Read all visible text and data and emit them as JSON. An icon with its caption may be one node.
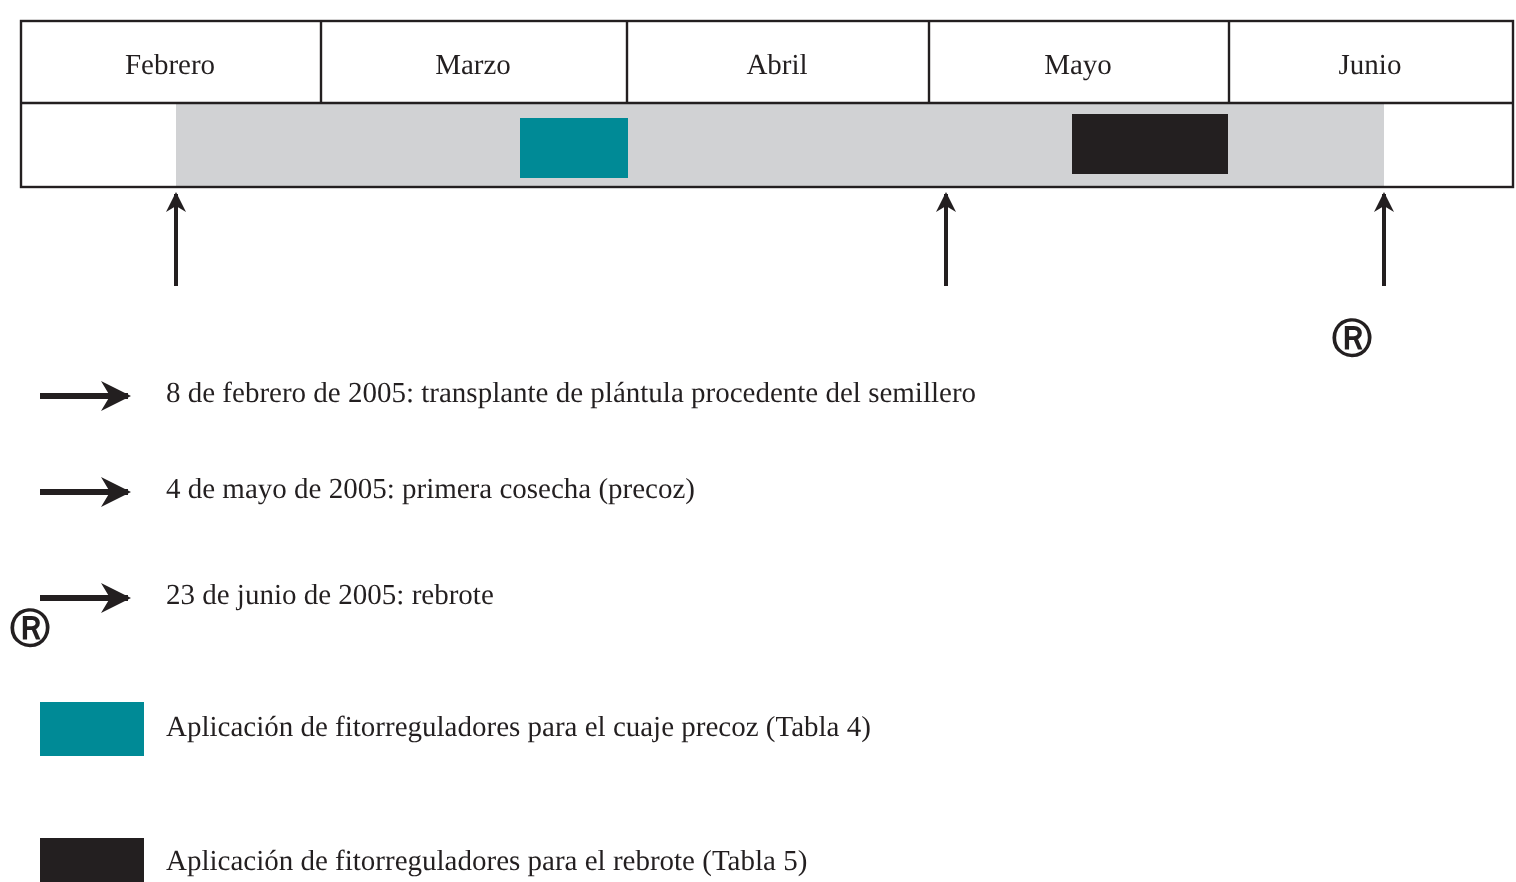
{
  "diagram": {
    "labels": [
      "Febrero",
      "Marzo",
      "Abril",
      "Mayo",
      "Junio",
      "Ⓡ",
      "Ⓡ"
    ],
    "legend": [
      {
        "text": "8 de febrero de 2005: transplante de plántula procedente del semillero"
      },
      {
        "text": "4 de mayo de 2005: primera cosecha (precoz)"
      },
      {
        "text": "23 de junio de 2005: rebrote"
      },
      {
        "text": "Aplicación de fitorreguladores para el cuaje precoz (Tabla 4)",
        "color": "#008a96"
      },
      {
        "text": "Aplicación de fitorreguladores para el rebrote (Tabla 5)",
        "color": "#231f20"
      }
    ]
  }
}
